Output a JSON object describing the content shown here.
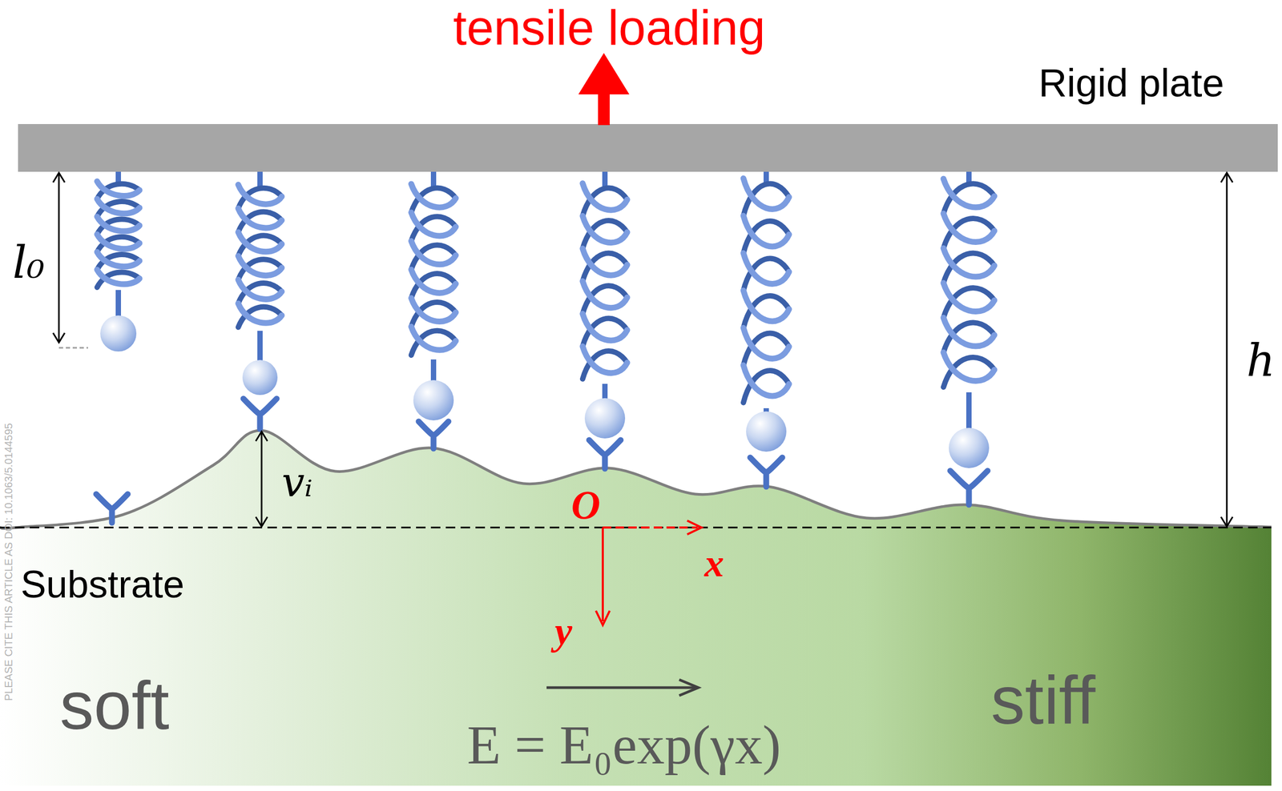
{
  "diagram": {
    "nodes": [
      {
        "text": [
          "Rigid plate"
        ]
      },
      {
        "text": [
          "Substrate",
          "soft",
          "stiff",
          "E = E₀exp(γx)"
        ]
      }
    ],
    "labels": [
      "tensile loading",
      "l₀",
      "h",
      "vᵢ",
      "O",
      "x",
      "y",
      "PLEASE CITE THIS ARTICLE AS DOI: 10.1063/5.0144595"
    ]
  }
}
